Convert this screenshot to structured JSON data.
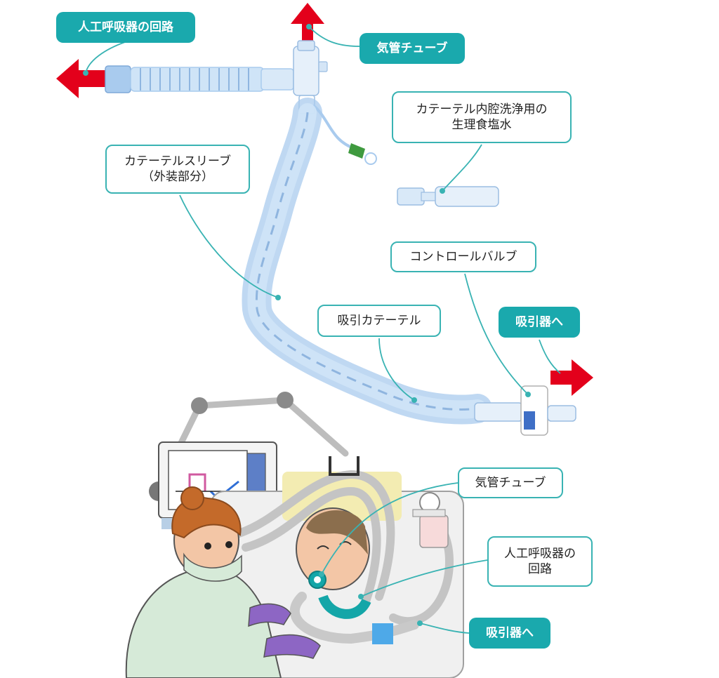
{
  "labels": {
    "ventilator_circuit_top": "人工呼吸器の回路",
    "endotracheal_tube_top": "気管チューブ",
    "saline": "カテーテル内腔洗浄用の\n生理食塩水",
    "sleeve": "カテーテルスリーブ\n（外装部分）",
    "control_valve": "コントロールバルブ",
    "suction_catheter": "吸引カテーテル",
    "to_suction_top": "吸引器へ",
    "endotracheal_tube_bottom": "気管チューブ",
    "ventilator_circuit_bottom": "人工呼吸器の\n回路",
    "to_suction_bottom": "吸引器へ"
  },
  "colors": {
    "label_fill": "#1aa9ad",
    "label_border": "#39b3b3",
    "leader_line": "#39b3b3",
    "arrow": "#e3001b",
    "tube_light": "#cfe4f7",
    "tube_mid": "#a9cbee",
    "tube_dark": "#7fa9d8",
    "scrub_green": "#d6ead8",
    "glove_purple": "#8d66c4",
    "hair_brown": "#c46a2a",
    "gray_tube": "#c4c4c4"
  }
}
